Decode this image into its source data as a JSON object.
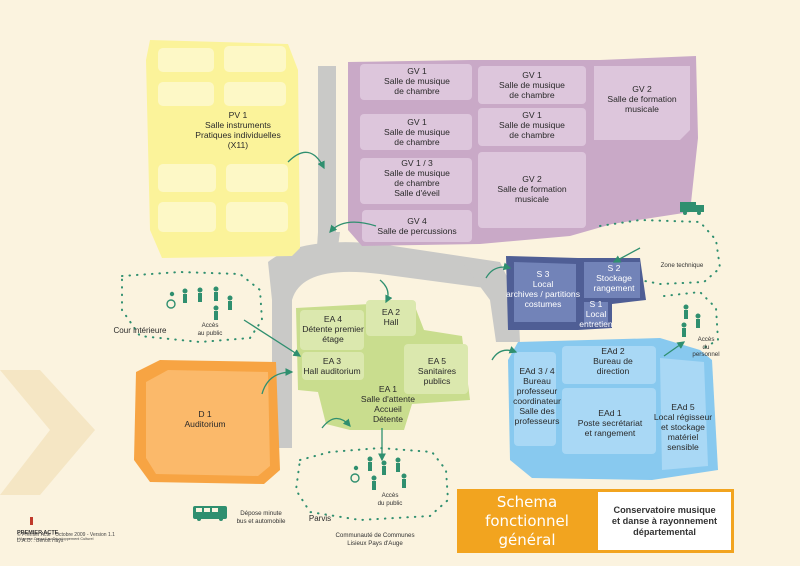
{
  "zones": {
    "pv1": {
      "code": "PV 1",
      "label": "Salle instruments\nPratiques individuelles\n(X11)"
    },
    "gv1_a": {
      "code": "GV 1",
      "label": "Salle de musique\nde chambre"
    },
    "gv1_b": {
      "code": "GV 1",
      "label": "Salle de musique\nde chambre"
    },
    "gv1_c": {
      "code": "GV 1",
      "label": "Salle de musique\nde chambre"
    },
    "gv1_d": {
      "code": "GV 1",
      "label": "Salle de musique\nde chambre"
    },
    "gv2_a": {
      "code": "GV 2",
      "label": "Salle de formation\nmusicale"
    },
    "gv13": {
      "code": "GV 1 / 3",
      "label": "Salle de musique\nde chambre\nSalle d'éveil"
    },
    "gv2_b": {
      "code": "GV 2",
      "label": "Salle de formation\nmusicale"
    },
    "gv4": {
      "code": "GV 4",
      "label": "Salle de percussions"
    },
    "s3": {
      "code": "S 3",
      "label": "Local\narchives / partitions\ncostumes"
    },
    "s2": {
      "code": "S 2",
      "label": "Stockage\nrangement"
    },
    "s1": {
      "code": "S 1",
      "label": "Local\nentretien"
    },
    "ea4": {
      "code": "EA 4",
      "label": "Détente premier\nétage"
    },
    "ea2": {
      "code": "EA 2",
      "label": "Hall"
    },
    "ea3": {
      "code": "EA 3",
      "label": "Hall auditorium"
    },
    "ea5": {
      "code": "EA 5",
      "label": "Sanitaires\npublics"
    },
    "ea1": {
      "code": "EA 1",
      "label": "Salle d'attente\nAccueil\nDétente"
    },
    "d1": {
      "code": "D 1",
      "label": "Auditorium"
    },
    "ead34": {
      "code": "EAd 3 / 4",
      "label": "Bureau\nprofesseur\ncoordinateur\nSalle des\nprofesseurs"
    },
    "ead2": {
      "code": "EAd 2",
      "label": "Bureau de\ndirection"
    },
    "ead1": {
      "code": "EAd 1",
      "label": "Poste secrétariat\net rangement"
    },
    "ead5": {
      "code": "EAd 5",
      "label": "Local régisseur\net stockage\nmatériel\nsensible"
    }
  },
  "annotations": {
    "cour_interieure": "Cour intérieure",
    "acces_public_top": "Accès\nau public",
    "zone_technique": "Zone technique",
    "acces_personnel": "Accès\ndu\npersonnel",
    "acces_public_bottom": "Accès\ndu public",
    "parvis": "Parvis",
    "depose_minute": "Dépose minute\nbus et automobile",
    "communaute": "Communauté de Communes\nLisieux Pays d'Auge"
  },
  "credits": {
    "logo_name": "PREMIER ACTE",
    "logo_sub": "L'Agence Conseil au Développement Culturel",
    "copyright": "© Premier Acte - Octobre 2009 - Version 1.1\nD.A.O. : Benoît Hays"
  },
  "title": {
    "left": "Schema\nfonctionnel général",
    "right": "Conservatoire musique\net danse à rayonnement\ndépartemental"
  },
  "colors": {
    "background": "#fbf3df",
    "road": "#c9c9c7",
    "pv_zone": "#fbf39a",
    "gv_zone": "#c9a9c7",
    "ea_zone": "#c9dd8e",
    "d_zone": "#f7a443",
    "ead_zone": "#88c9ef",
    "s_zone": "#4f5e95",
    "title_orange": "#f2a41f",
    "accent_green": "#2f8f6f"
  }
}
